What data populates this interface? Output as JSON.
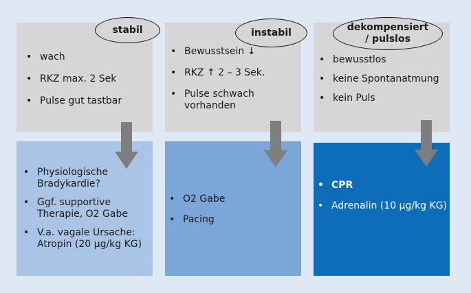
{
  "columns": [
    {
      "header": "stabil",
      "findings": [
        "wach",
        "RKZ max. 2 Sek",
        "Pulse gut tastbar"
      ],
      "actions": [
        "Physiologische Bradykardie?",
        "Ggf. supportive Therapie, O2 Gabe",
        "V.a. vagale Ursache: Atropin (20 µg/kg KG)"
      ]
    },
    {
      "header": "instabil",
      "findings": [
        "Bewusstsein ↓",
        "RKZ ↑ 2 – 3 Sek.",
        "Pulse schwach vorhanden"
      ],
      "actions": [
        "O2 Gabe",
        "Pacing"
      ]
    },
    {
      "header": "dekompensiert / pulslos",
      "findings": [
        "bewusstlos",
        "keine Spontanatmung",
        "kein Puls"
      ],
      "actions": [
        "CPR",
        "Adrenalin (10 µg/kg KG)"
      ]
    }
  ],
  "colors": {
    "background": "#dfe9f6",
    "top_box": "#d6d6d6",
    "arrow": "#7e7e7e",
    "action_stabil": "#a9c4e4",
    "action_instabil": "#7aa6d8",
    "action_dekompensiert": "#0d6db8"
  }
}
